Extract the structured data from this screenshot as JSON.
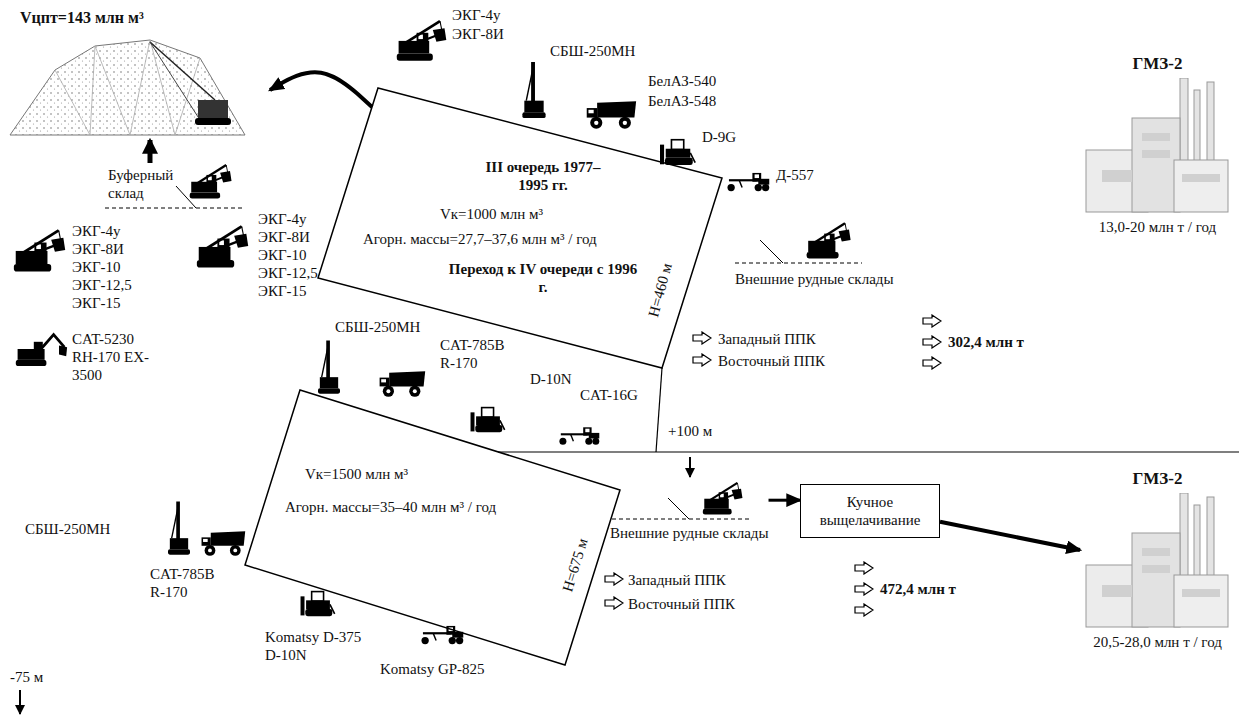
{
  "diagram": {
    "nodes": [
      {
        "text": [
          "Vцпт=143 млн м³"
        ]
      },
      {
        "text": [
          "III очередь 1977–1995 гг.",
          "Vк=1000 млн м³",
          "Агорн. массы=27,7–37,6 млн м³ / год",
          "Переход к IV очереди с 1996 г.",
          "H=460 м"
        ]
      },
      {
        "text": [
          "Vк=1500 млн м³",
          "Агорн. массы=35–40 млн м³ / год",
          "H=675 м"
        ]
      },
      {
        "text": [
          "Кучное выщелачивание"
        ]
      },
      {
        "text": [
          "ГМЗ-2",
          "13,0-20 млн т / год"
        ]
      },
      {
        "text": [
          "ГМЗ-2",
          "20,5-28,0 млн т / год"
        ]
      },
      {
        "text": [
          "Внешние рудные склады"
        ]
      }
    ],
    "edges": [
      {
        "from": 1,
        "to": 0,
        "arrow": "to"
      },
      {
        "from": 6,
        "to": 3,
        "arrow": "to"
      },
      {
        "from": 3,
        "to": 5,
        "arrow": "to"
      }
    ],
    "labels": [
      "ЭКГ-4у",
      "ЭКГ-8И",
      "СБШ-250МН",
      "БелАЗ-540",
      "БелАЗ-548",
      "D-9G",
      "Д-557",
      "Внешние рудные склады",
      "Западный ППК",
      "Восточный ППК",
      "302,4 млн т",
      "Буферный склад",
      "ЭКГ-4у ЭКГ-8И ЭКГ-10 ЭКГ-12,5 ЭКГ-15",
      "ЭКГ-4у ЭКГ-8И ЭКГ-10 ЭКГ-12,5 ЭКГ-15",
      "CAT-5230 RH-170 EX-3500",
      "СБШ-250МН",
      "CAT-785B R-170",
      "D-10N",
      "CAT-16G",
      "+100 м",
      "Западный ППК",
      "Восточный ППК",
      "472,4 млн т",
      "СБШ-250МН",
      "CAT-785B R-170",
      "Komatsy D-375 D-10N",
      "Komatsy GP-825",
      "-75 м"
    ]
  }
}
